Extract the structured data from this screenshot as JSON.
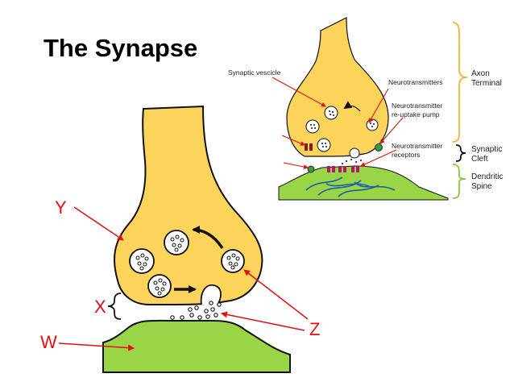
{
  "title": "The Synapse",
  "inset": {
    "labels": {
      "synaptic_vesicle": "Synaptic vescicle",
      "neurotransmitters": "Neurotransmitters",
      "reuptake_1": "Neurotransmitter",
      "reuptake_2": "re-uptake pump",
      "receptors_1": "Neurotransmitter",
      "receptors_2": "receptors"
    },
    "brackets": {
      "axon_1": "Axon",
      "axon_2": "Terminal",
      "cleft_1": "Synaptic",
      "cleft_2": "Cleft",
      "spine_1": "Dendritic",
      "spine_2": "Spine"
    }
  },
  "main": {
    "labels": {
      "y": "Y",
      "x": "X",
      "z": "Z",
      "w": "W"
    }
  },
  "colors": {
    "axon_fill": "#fdd45a",
    "dendrite_fill": "#9ad548",
    "arrow_red": "#e01010",
    "outline": "#111111",
    "bracket_orange": "#f2b233",
    "bracket_green": "#8cc63f",
    "receptor_pink": "#b0186a",
    "pump_green": "#3a9a35"
  }
}
